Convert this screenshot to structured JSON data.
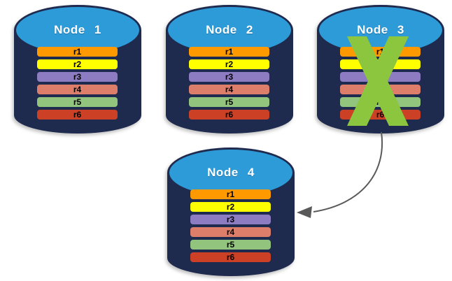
{
  "theme": {
    "background_color": "#FFFFFF",
    "cylinder_body_color": "#1E2B4F",
    "cylinder_top_color": "#2E9BD9",
    "title_text_color": "#FFFFFF",
    "record_text_color": "#000000"
  },
  "nodes": [
    {
      "title": "Node 1",
      "records": [
        {
          "label": "r1",
          "color": "#FF9900"
        },
        {
          "label": "r2",
          "color": "#FFFF00"
        },
        {
          "label": "r3",
          "color": "#8E7CC3"
        },
        {
          "label": "r4",
          "color": "#DD7E6B"
        },
        {
          "label": "r5",
          "color": "#93C47D"
        },
        {
          "label": "r6",
          "color": "#CC4125"
        }
      ]
    },
    {
      "title": "Node 2",
      "records": [
        {
          "label": "r1",
          "color": "#FF9900"
        },
        {
          "label": "r2",
          "color": "#FFFF00"
        },
        {
          "label": "r3",
          "color": "#8E7CC3"
        },
        {
          "label": "r4",
          "color": "#DD7E6B"
        },
        {
          "label": "r5",
          "color": "#93C47D"
        },
        {
          "label": "r6",
          "color": "#CC4125"
        }
      ]
    },
    {
      "title": "Node 3",
      "records": [
        {
          "label": "r1",
          "color": "#FF9900"
        },
        {
          "label": "r2",
          "color": "#FFFF00"
        },
        {
          "label": "r3",
          "color": "#8E7CC3"
        },
        {
          "label": "r4",
          "color": "#DD7E6B"
        },
        {
          "label": "r5",
          "color": "#93C47D"
        },
        {
          "label": "r6",
          "color": "#CC4125"
        }
      ]
    },
    {
      "title": "Node 4",
      "records": [
        {
          "label": "r1",
          "color": "#FF9900"
        },
        {
          "label": "r2",
          "color": "#FFFF00"
        },
        {
          "label": "r3",
          "color": "#8E7CC3"
        },
        {
          "label": "r4",
          "color": "#DD7E6B"
        },
        {
          "label": "r5",
          "color": "#93C47D"
        },
        {
          "label": "r6",
          "color": "#CC4125"
        }
      ]
    }
  ],
  "annotations": {
    "failure_x": {
      "on_node": "Node 3",
      "icon": "x-cross-icon",
      "color": "#8CC63E"
    },
    "arrow": {
      "from": "Node 3",
      "to": "Node 4",
      "color": "#595959"
    }
  }
}
